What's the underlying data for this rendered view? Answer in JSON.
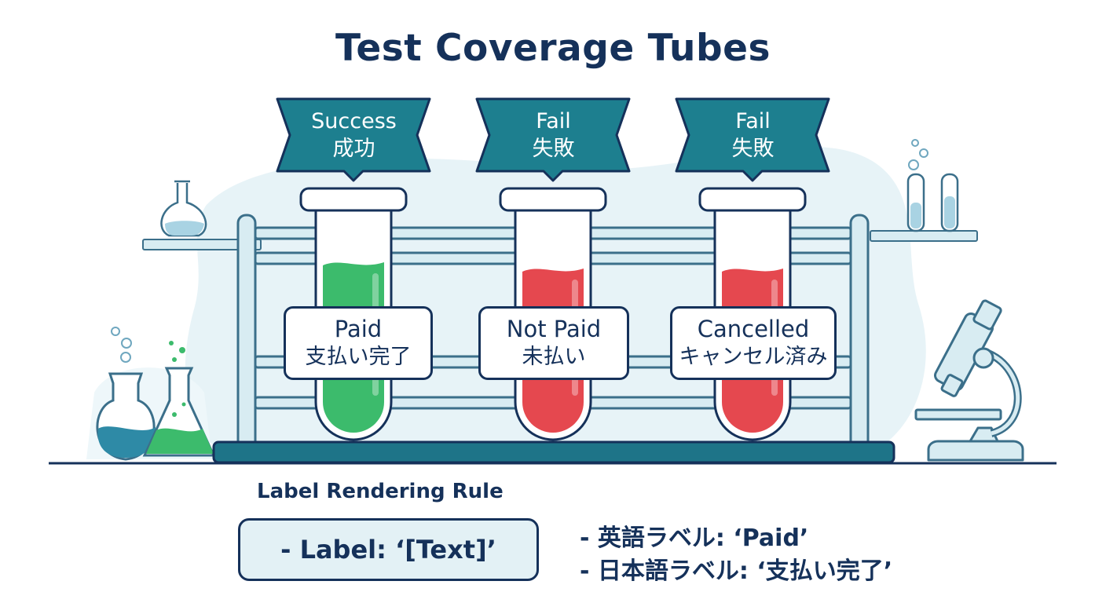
{
  "title": "Test Coverage Tubes",
  "tubes": [
    {
      "status_en": "Success",
      "status_jp": "成功",
      "label_en": "Paid",
      "label_jp": "支払い完了",
      "liquid_color": "#3cbb6c"
    },
    {
      "status_en": "Fail",
      "status_jp": "失敗",
      "label_en": "Not Paid",
      "label_jp": "未払い",
      "liquid_color": "#e5484f"
    },
    {
      "status_en": "Fail",
      "status_jp": "失敗",
      "label_en": "Cancelled",
      "label_jp": "キャンセル済み",
      "liquid_color": "#e5484f"
    }
  ],
  "rule": {
    "heading": "Label Rendering Rule",
    "format": "- Label: ‘[Text]’",
    "examples": [
      "- 英語ラベル: ‘Paid’",
      "- 日本語ラベル: ‘支払い完了’"
    ]
  },
  "colors": {
    "navy": "#15315a",
    "banner": "#1d7f8f",
    "rack": "#d8ecf2",
    "blob": "#e7f3f7",
    "success": "#3cbb6c",
    "fail": "#e5484f"
  }
}
